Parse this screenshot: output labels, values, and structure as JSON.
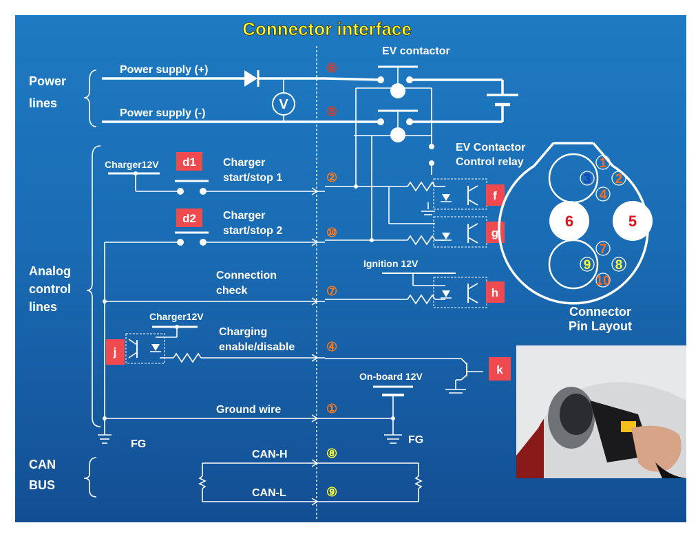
{
  "title": "Connector interface",
  "ev_contactor": "EV contactor",
  "ev_contactor_relay": [
    "EV Contactor",
    "Control relay"
  ],
  "groups": {
    "power_lines": [
      "Power",
      "lines"
    ],
    "analog_control_lines": [
      "Analog",
      "control",
      "lines"
    ],
    "can_bus": [
      "CAN",
      "BUS"
    ]
  },
  "lines": {
    "power_plus": "Power supply (+)",
    "power_minus": "Power supply (-)",
    "charger12v_1": "Charger12V",
    "charger_start_stop_1": [
      "Charger",
      "start/stop 1"
    ],
    "charger_start_stop_2": [
      "Charger",
      "start/stop 2"
    ],
    "connection_check": [
      "Connection",
      "check"
    ],
    "charger12v_2": "Charger12V",
    "charging_enable": [
      "Charging",
      "enable/disable"
    ],
    "ground_wire": "Ground wire",
    "can_h": "CAN-H",
    "can_l": "CAN-L",
    "ignition": "Ignition 12V",
    "onboard": "On-board 12V",
    "fg_left": "FG",
    "fg_right": "FG",
    "voltmeter": "V"
  },
  "pin_markers": {
    "p6": "⑥",
    "p5": "⑤",
    "p2": "②",
    "p10": "⑩",
    "p7": "⑦",
    "p4": "④",
    "p1": "①",
    "p8": "⑧",
    "p9": "⑨"
  },
  "boxes": {
    "d1": "d1",
    "d2": "d2",
    "f": "f",
    "g": "g",
    "h": "h",
    "j": "j",
    "k": "k"
  },
  "pin_layout": {
    "label": [
      "Connector",
      "Pin Layout"
    ],
    "pins": {
      "p1": "1",
      "p2": "2",
      "p3": "3",
      "p4": "4",
      "p5": "5",
      "p6": "6",
      "p7": "7",
      "p8": "8",
      "p9": "9",
      "p10": "10"
    }
  },
  "colors": {
    "background": "#1a6cb4",
    "title": "#ffff33",
    "box": "#f04a50",
    "pin_orange": "#ff6a1a",
    "pin_blue": "#1a3fb5",
    "pin_yellow": "#ffff33",
    "pin_red": "#e0101a"
  }
}
